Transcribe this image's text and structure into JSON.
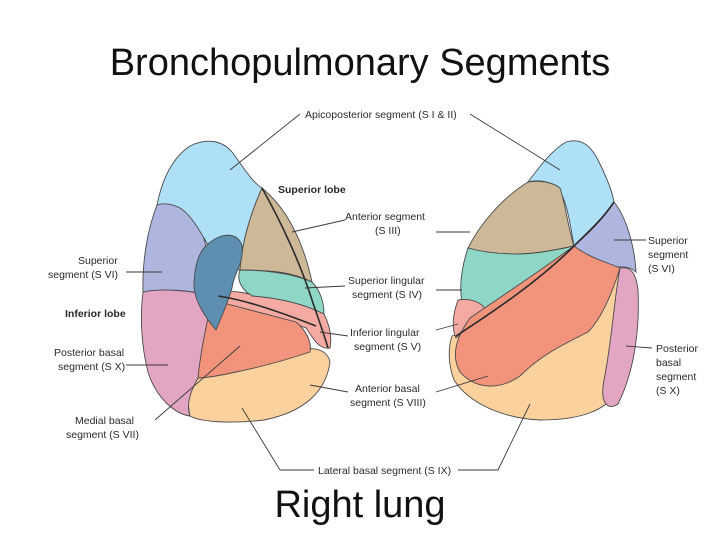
{
  "title": "Bronchopulmonary Segments",
  "subtitle": "Right lung",
  "labels": {
    "apicoposterior": "Apicoposterior segment (S I & II)",
    "superior_lobe": "Superior lobe",
    "anterior_1": "Anterior segment",
    "anterior_2": "(S III)",
    "sup_lingular_1": "Superior lingular",
    "sup_lingular_2": "segment (S IV)",
    "inf_lingular_1": "Inferior lingular",
    "inf_lingular_2": "segment (S V)",
    "ant_basal_1": "Anterior basal",
    "ant_basal_2": "segment (S VIII)",
    "lateral_basal": "Lateral basal segment (S IX)",
    "left_superior_1": "Superior",
    "left_superior_2": "segment (S VI)",
    "inferior_lobe": "Inferior lobe",
    "left_post_basal_1": "Posterior basal",
    "left_post_basal_2": "segment (S X)",
    "medial_basal_1": "Medial basal",
    "medial_basal_2": "segment (S VII)",
    "right_superior_1": "Superior",
    "right_superior_2": "segment",
    "right_superior_3": "(S VI)",
    "right_post_basal_1": "Posterior",
    "right_post_basal_2": "basal",
    "right_post_basal_3": "segment",
    "right_post_basal_4": "(S X)"
  },
  "colors": {
    "apicoposterior": "#aee0f7",
    "anterior": "#cdb898",
    "superior": "#aeb6e0",
    "posterior_basal": "#e2a6c2",
    "medial_basal": "#5e8fb0",
    "superior_lingular": "#8ed6c6",
    "inferior_lingular": "#f4aaa2",
    "anterior_basal": "#f2937c",
    "lateral_basal": "#fbd29e"
  }
}
